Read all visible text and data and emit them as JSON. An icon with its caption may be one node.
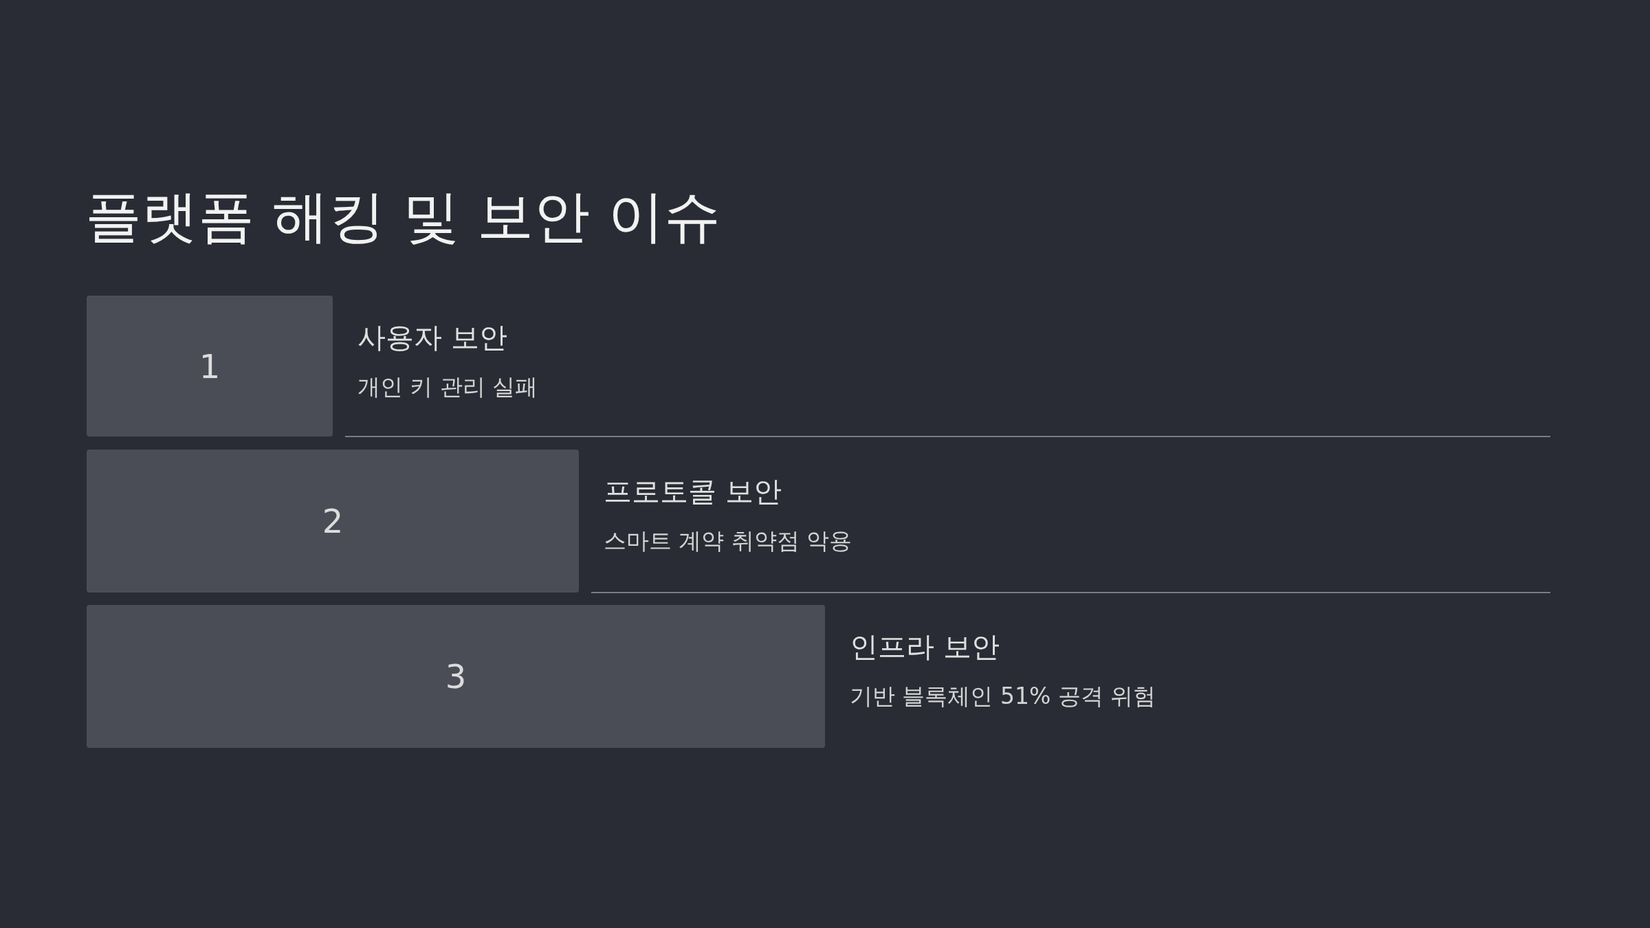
{
  "diagram": {
    "title": "플랫폼 해킹 및 보안 이슈",
    "nodes": [
      {
        "text": [
          "1"
        ],
        "beside": [
          "사용자 보안",
          "개인 키 관리 실패"
        ]
      },
      {
        "text": [
          "2"
        ],
        "beside": [
          "프로토콜 보안",
          "스마트 계약 취약점 악용"
        ]
      },
      {
        "text": [
          "3"
        ],
        "beside": [
          "인프라 보안",
          "기반 블록체인 51% 공격 위험"
        ]
      }
    ]
  }
}
